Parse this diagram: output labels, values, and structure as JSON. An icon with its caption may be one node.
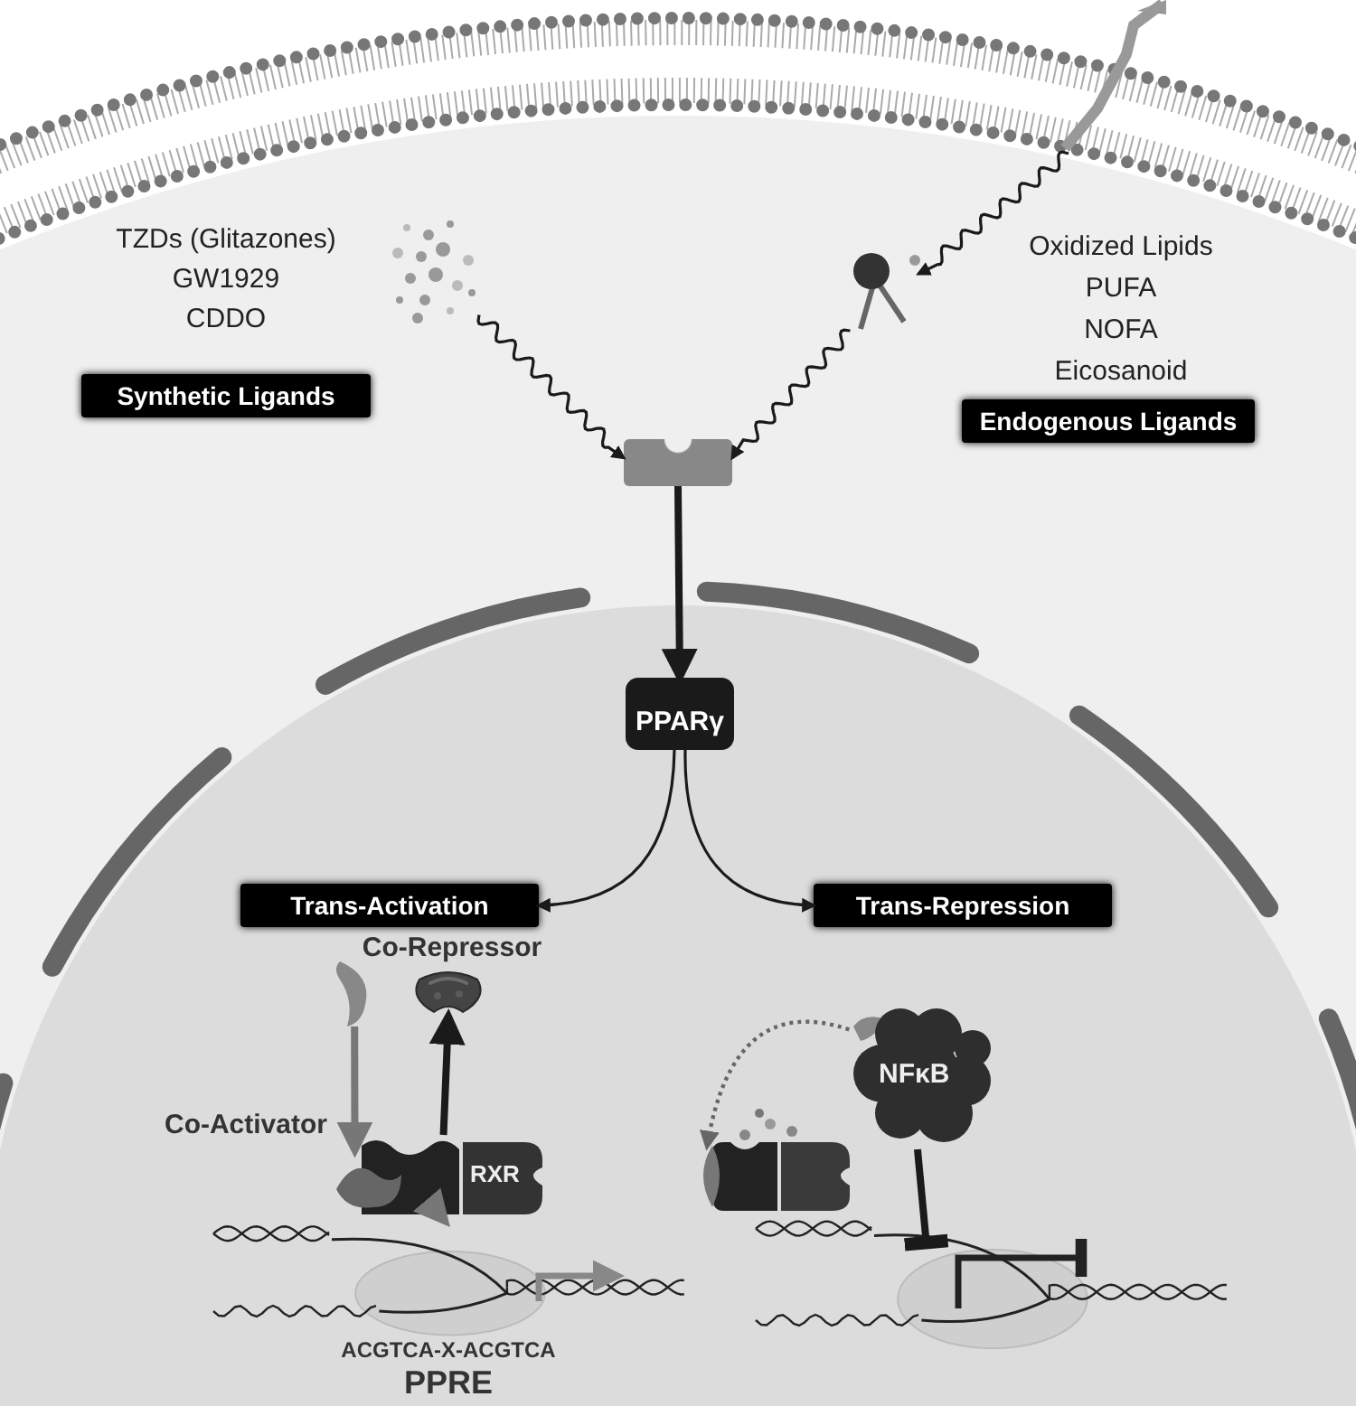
{
  "diagram": {
    "nodes": [
      {
        "text": [],
        "shape": "picture"
      },
      {
        "text": [],
        "shape": "picture"
      },
      {
        "text": [],
        "shape": "picture"
      },
      {
        "text": [
          "Synthetic Ligands"
        ],
        "beside": [
          "TZDs (Glitazones)",
          "GW1929",
          "CDDO"
        ]
      },
      {
        "text": [
          "Endogenous Ligands"
        ],
        "beside": [
          "Oxidized Lipids",
          "PUFA",
          "NOFA",
          "Eicosanoid"
        ]
      },
      {
        "text": [],
        "shape": "box"
      },
      {
        "text": [
          "PPARγ"
        ]
      },
      {
        "text": [
          "Trans-Activation"
        ]
      },
      {
        "text": [
          "Trans-Repression"
        ]
      },
      {
        "text": [],
        "shape": "picture",
        "beside": [
          "Co-Repressor"
        ]
      },
      {
        "text": [],
        "shape": "picture"
      },
      {
        "text": [
          "RXR"
        ]
      },
      {
        "text": [],
        "shape": "picture",
        "beside": [
          "ACGTCA-X-ACGTCA",
          "PPRE"
        ]
      },
      {
        "text": [
          "NFκB"
        ]
      },
      {
        "text": [],
        "shape": "picture"
      },
      {
        "text": [],
        "shape": "picture"
      }
    ],
    "edges": [
      {
        "from": 0,
        "to": 2,
        "arrow": "to"
      },
      {
        "from": 1,
        "to": 5,
        "arrow": "to"
      },
      {
        "from": 2,
        "to": 5,
        "arrow": "to"
      },
      {
        "from": 5,
        "to": 6,
        "arrow": "to",
        "style": "thick"
      },
      {
        "from": 6,
        "to": 7,
        "arrow": "to"
      },
      {
        "from": 6,
        "to": 8,
        "arrow": "to"
      },
      {
        "from": 10,
        "to": 11,
        "arrow": "to",
        "style": "thick",
        "color": "#777777"
      },
      {
        "from": 11,
        "to": 9,
        "arrow": "to",
        "style": "thick"
      },
      {
        "from": 11,
        "to": 12,
        "arrow": "to",
        "style": "thick",
        "color": "#777777"
      },
      {
        "from": 13,
        "to": 14,
        "arrow": "to",
        "style": "dashed",
        "color": "#666666"
      },
      {
        "from": 13,
        "to": 15,
        "arrow": "other",
        "style": "thick"
      }
    ],
    "labels": [
      "Co-Activator"
    ]
  }
}
